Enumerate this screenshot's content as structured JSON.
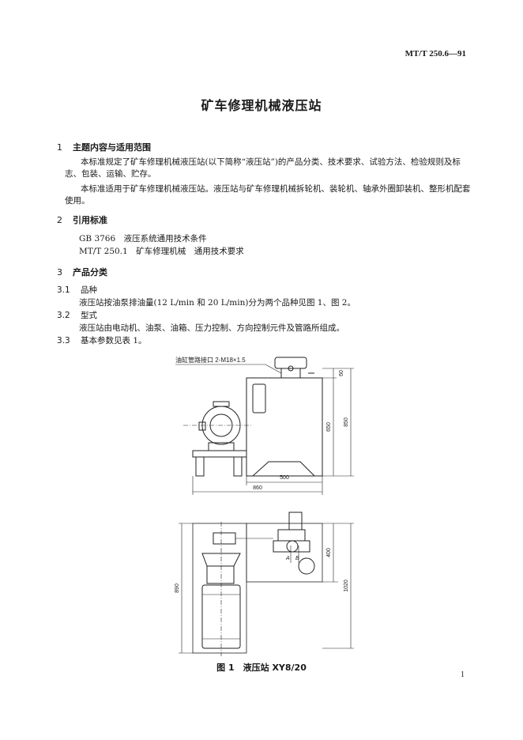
{
  "header": {
    "standard_code": "MT/T 250.6—91"
  },
  "title": "矿车修理机械液压站",
  "sections": {
    "s1": {
      "number": "1",
      "heading": "主题内容与适用范围",
      "p1": "本标准规定了矿车修理机械液压站(以下简称“液压站”)的产品分类、技术要求、试验方法、检验规则及标志、包装、运输、贮存。",
      "p2": "本标准适用于矿车修理机械液压站。液压站与矿车修理机械拆轮机、装轮机、轴承外圈卸装机、整形机配套使用。"
    },
    "s2": {
      "number": "2",
      "heading": "引用标准",
      "refs": [
        {
          "code": "GB 3766",
          "title": "液压系统通用技术条件"
        },
        {
          "code": "MT/T 250.1",
          "title": "矿车修理机械　通用技术要求"
        }
      ]
    },
    "s3": {
      "number": "3",
      "heading": "产品分类",
      "sub1": {
        "number": "3.1",
        "heading": "品种",
        "text": "液压站按油泵排油量(12 L/min 和 20 L/min)分为两个品种见图 1、图 2。"
      },
      "sub2": {
        "number": "3.2",
        "heading": "型式",
        "text": "液压站由电动机、油泵、油箱、压力控制、方向控制元件及管路所组成。"
      },
      "sub3": {
        "number": "3.3",
        "text": "基本参数见表 1。"
      }
    }
  },
  "figure": {
    "callout": "油缸管路接口 2-M18×1.5",
    "dims": {
      "d60": "60",
      "d650": "650",
      "d850": "850",
      "d500": "500",
      "d860": "860",
      "d400": "400",
      "d890": "890",
      "d1020": "1020"
    },
    "port_a": "A",
    "port_b": "B",
    "caption": "图 1　液压站 XY8/20"
  },
  "page_number": "1"
}
